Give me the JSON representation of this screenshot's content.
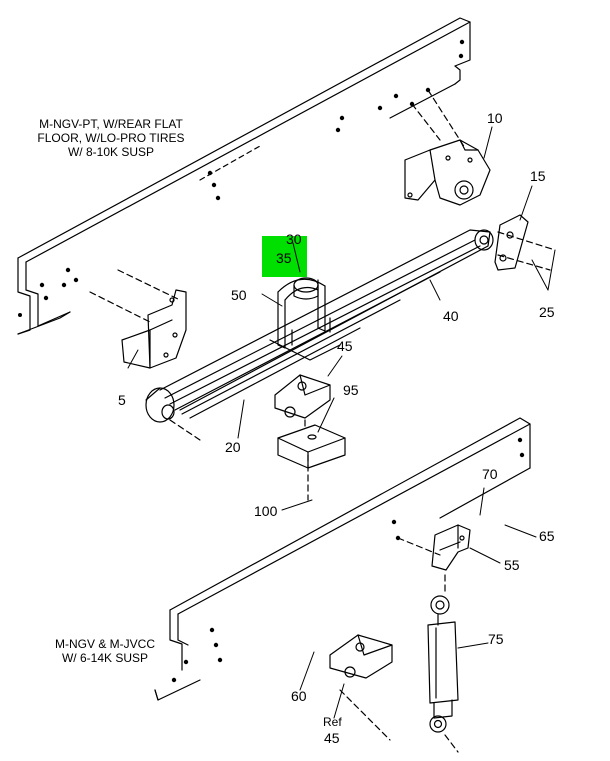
{
  "captions": {
    "upper_line1": "M-NGV-PT, W/REAR FLAT",
    "upper_line2": "FLOOR, W/LO-PRO TIRES",
    "upper_line3": "W/ 8-10K SUSP",
    "lower_line1": "M-NGV & M-JVCC",
    "lower_line2": "W/ 6-14K SUSP"
  },
  "callouts": {
    "c10": "10",
    "c15": "15",
    "c30": "30",
    "c35": "35",
    "c50": "50",
    "c40": "40",
    "c25": "25",
    "c5": "5",
    "c45": "45",
    "c95": "95",
    "c20": "20",
    "c100": "100",
    "c70": "70",
    "c65": "65",
    "c55": "55",
    "c75": "75",
    "c60": "60",
    "ref_label": "Ref",
    "ref45": "45"
  },
  "colors": {
    "highlight": "#00e000",
    "line": "#000000"
  }
}
